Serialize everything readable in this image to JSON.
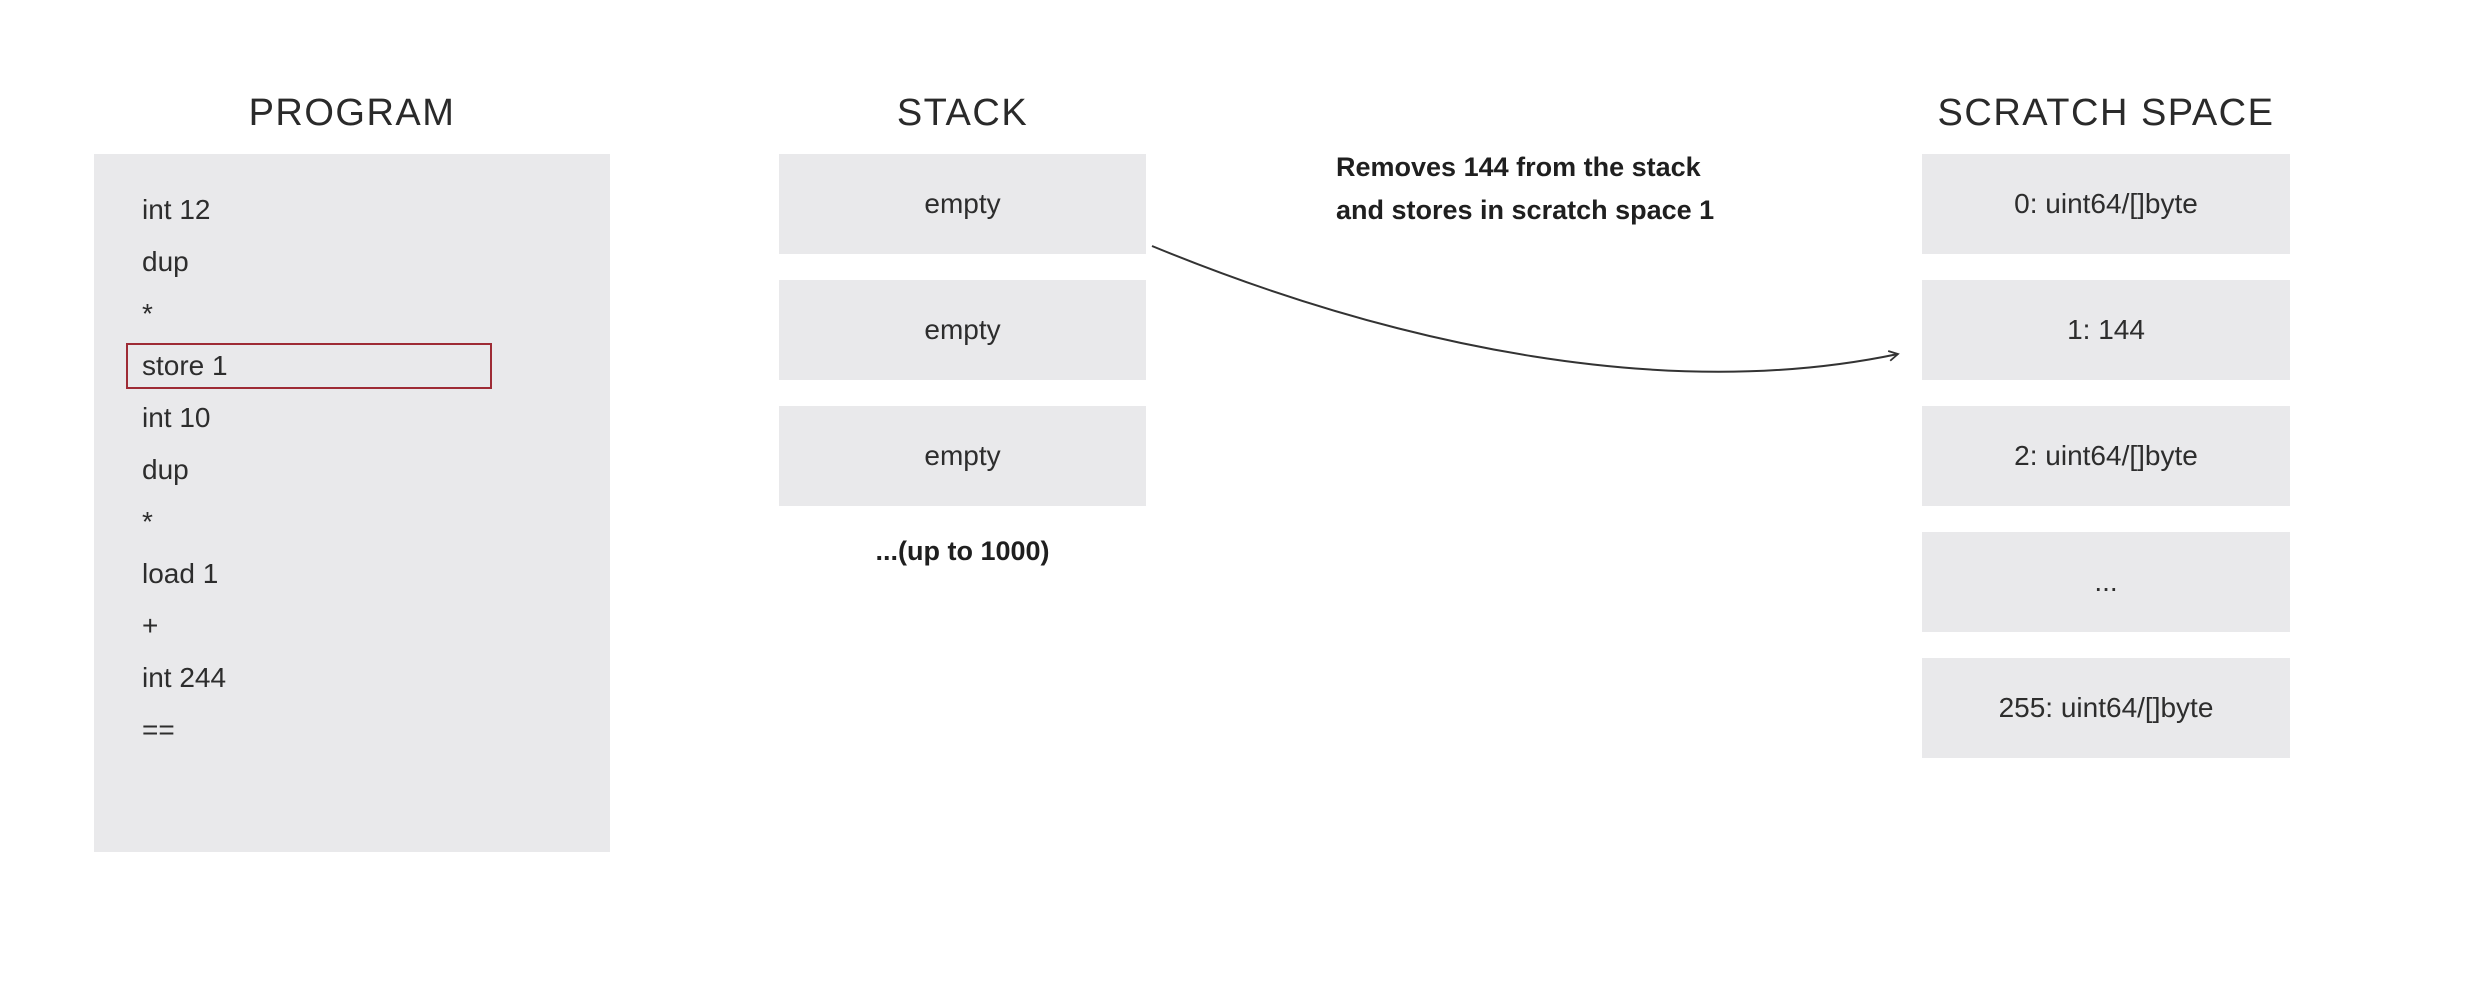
{
  "program": {
    "title": "PROGRAM",
    "lines": [
      {
        "text": "int 12",
        "highlighted": false
      },
      {
        "text": "dup",
        "highlighted": false
      },
      {
        "text": "*",
        "highlighted": false
      },
      {
        "text": "store 1",
        "highlighted": true
      },
      {
        "text": "int 10",
        "highlighted": false
      },
      {
        "text": "dup",
        "highlighted": false
      },
      {
        "text": "*",
        "highlighted": false
      },
      {
        "text": "load 1",
        "highlighted": false
      },
      {
        "text": "+",
        "highlighted": false
      },
      {
        "text": "int 244",
        "highlighted": false
      },
      {
        "text": "==",
        "highlighted": false
      }
    ]
  },
  "stack": {
    "title": "STACK",
    "slots": [
      "empty",
      "empty",
      "empty"
    ],
    "note": "...(up to 1000)"
  },
  "annotation": {
    "line1": "Removes 144 from the stack",
    "line2": "and stores in scratch space 1"
  },
  "scratch": {
    "title": "SCRATCH SPACE",
    "slots": [
      "0: uint64/[]byte",
      "1: 144",
      "2: uint64/[]byte",
      "...",
      "255: uint64/[]byte"
    ]
  },
  "colors": {
    "box_background": "#e9e9eb",
    "highlight_border": "#9e2b35",
    "arrow": "#333333",
    "text": "#2d2d2d"
  }
}
